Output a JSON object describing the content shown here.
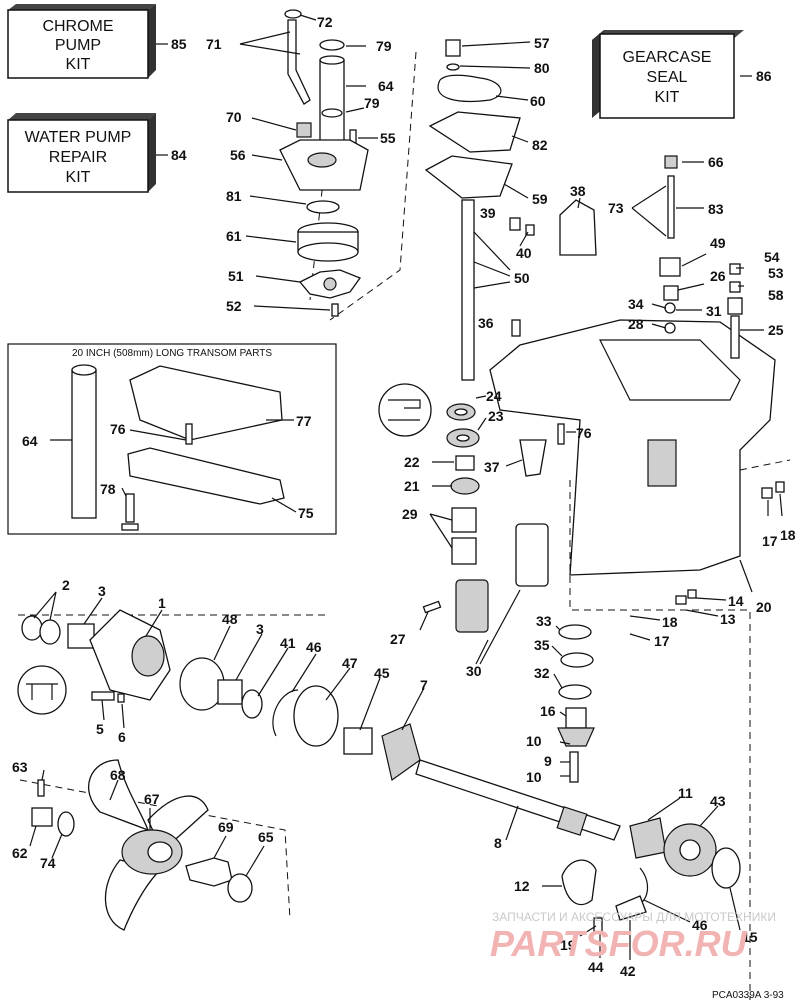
{
  "kits": [
    {
      "id": "chrome-pump-kit",
      "lines": [
        "CHROME",
        "PUMP",
        "KIT"
      ],
      "number": "85"
    },
    {
      "id": "water-pump-repair-kit",
      "lines": [
        "WATER PUMP",
        "REPAIR",
        "KIT"
      ],
      "number": "84"
    },
    {
      "id": "gearcase-seal-kit",
      "lines": [
        "GEARCASE",
        "SEAL",
        "KIT"
      ],
      "number": "86"
    }
  ],
  "transom_title": "20 INCH (508mm) LONG TRANSOM PARTS",
  "callouts": [
    "1",
    "2",
    "3",
    "3",
    "5",
    "6",
    "7",
    "8",
    "9",
    "10",
    "10",
    "11",
    "12",
    "13",
    "14",
    "15",
    "16",
    "17",
    "17",
    "18",
    "18",
    "19",
    "20",
    "21",
    "22",
    "23",
    "24",
    "25",
    "26",
    "27",
    "28",
    "29",
    "30",
    "31",
    "32",
    "33",
    "34",
    "35",
    "36",
    "37",
    "38",
    "39",
    "40",
    "41",
    "42",
    "43",
    "44",
    "45",
    "46",
    "47",
    "48",
    "49",
    "50",
    "51",
    "52",
    "53",
    "54",
    "55",
    "56",
    "57",
    "58",
    "59",
    "60",
    "61",
    "62",
    "63",
    "64",
    "64",
    "65",
    "66",
    "67",
    "68",
    "69",
    "70",
    "71",
    "72",
    "73",
    "74",
    "75",
    "76",
    "76",
    "77",
    "78",
    "79",
    "79",
    "80",
    "81",
    "82",
    "83"
  ],
  "figure_code": "PCA0339A  3-93",
  "watermark": {
    "line1": "ЗАПЧАСТИ И АКСЕССУАРЫ ДЛЯ МОТОТЕХНИКИ",
    "line2": "PARTSFOR.RU"
  }
}
